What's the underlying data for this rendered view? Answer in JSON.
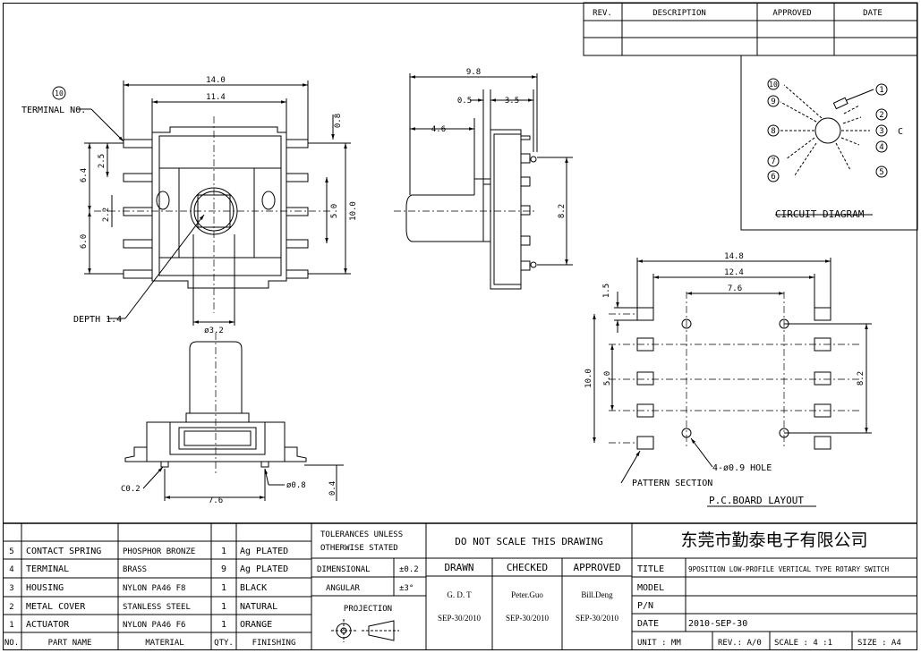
{
  "revision_block": {
    "headers": [
      "REV.",
      "DESCRIPTION",
      "APPROVED",
      "DATE"
    ]
  },
  "circuit_diagram": {
    "title": "CIRCUIT DIAGRAM",
    "pins": [
      "1",
      "2",
      "3",
      "4",
      "5",
      "6",
      "7",
      "8",
      "9",
      "10"
    ],
    "common_label": "C"
  },
  "front_view": {
    "terminal_label": "TERMINAL NO.",
    "terminal_number": "10",
    "depth_label": "DEPTH 1.4",
    "dims": {
      "overall_width": "14.0",
      "body_width": "11.4",
      "pin_width": "0.8",
      "shaft_dia": "ø3.2",
      "d64": "6.4",
      "d25": "2.5",
      "d22": "2.2",
      "d60": "6.0",
      "d50": "5.0",
      "d100": "10.0"
    }
  },
  "side_view": {
    "dims": {
      "d98": "9.8",
      "d05": "0.5",
      "d35": "3.5",
      "d46": "4.6",
      "d82": "8.2"
    }
  },
  "bottom_view": {
    "dims": {
      "c02": "C0.2",
      "d76": "7.6",
      "d08": "ø0.8",
      "d04": "0.4"
    }
  },
  "pcb_layout": {
    "title": "P.C.BOARD LAYOUT",
    "pattern_label": "PATTERN SECTION",
    "hole_label": "4-ø0.9 HOLE",
    "dims": {
      "d148": "14.8",
      "d124": "12.4",
      "d76": "7.6",
      "d15": "1.5",
      "d100": "10.0",
      "d50": "5.0",
      "d82": "8.2"
    }
  },
  "bom": {
    "columns": [
      "NO.",
      "PART NAME",
      "MATERIAL",
      "QTY.",
      "FINISHING"
    ],
    "rows": [
      {
        "no": "5",
        "name": "CONTACT SPRING",
        "material": "PHOSPHOR BRONZE",
        "qty": "1",
        "finish": "Ag PLATED"
      },
      {
        "no": "4",
        "name": "TERMINAL",
        "material": "BRASS",
        "qty": "9",
        "finish": "Ag PLATED"
      },
      {
        "no": "3",
        "name": "HOUSING",
        "material": "NYLON PA46 F8",
        "qty": "1",
        "finish": "BLACK"
      },
      {
        "no": "2",
        "name": "METAL COVER",
        "material": "STANLESS STEEL",
        "qty": "1",
        "finish": "NATURAL"
      },
      {
        "no": "1",
        "name": "ACTUATOR",
        "material": "NYLON PA46 F6",
        "qty": "1",
        "finish": "ORANGE"
      }
    ]
  },
  "tolerances": {
    "header": "TOLERANCES UNLESS OTHERWISE STATED",
    "header_line1": "TOLERANCES UNLESS",
    "header_line2": "OTHERWISE STATED",
    "dimensional_label": "DIMENSIONAL",
    "dimensional_value": "±0.2",
    "angular_label": "ANGULAR",
    "angular_value": "±3°",
    "projection_label": "PROJECTION"
  },
  "signoff": {
    "notice": "DO NOT SCALE THIS DRAWING",
    "columns": [
      "DRAWN",
      "CHECKED",
      "APPROVED"
    ],
    "names": [
      "G. D. T",
      "Peter.Guo",
      "Bill.Deng"
    ],
    "dates": [
      "SEP-30/2010",
      "SEP-30/2010",
      "SEP-30/2010"
    ]
  },
  "title_block": {
    "company": "东莞市勤泰电子有限公司",
    "title_label": "TITLE",
    "title_value": "9POSITION LOW-PROFILE VERTICAL TYPE ROTARY SWITCH",
    "model_label": "MODEL",
    "pn_label": "P/N",
    "date_label": "DATE",
    "date_value": "2010-SEP-30",
    "unit": "UNIT : MM",
    "rev": "REV.: A/0",
    "scale": "SCALE :  4 :1",
    "size": "SIZE : A4"
  }
}
